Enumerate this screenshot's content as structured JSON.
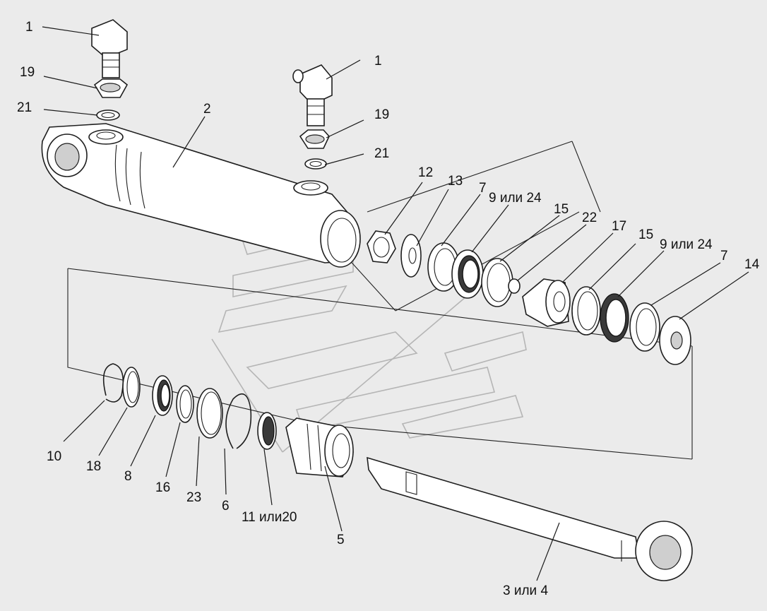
{
  "labels": {
    "l1a": "1",
    "l1b": "1",
    "l19a": "19",
    "l19b": "19",
    "l21a": "21",
    "l21b": "21",
    "l2": "2",
    "l12": "12",
    "l13": "13",
    "l7a": "7",
    "l9a": "9 или 24",
    "l15a": "15",
    "l22": "22",
    "l17": "17",
    "l15b": "15",
    "l9b": "9 или 24",
    "l7b": "7",
    "l14": "14",
    "l10": "10",
    "l18": "18",
    "l8": "8",
    "l16": "16",
    "l23": "23",
    "l6": "6",
    "l11": "11 или20",
    "l5": "5",
    "l3": "3 или 4"
  }
}
